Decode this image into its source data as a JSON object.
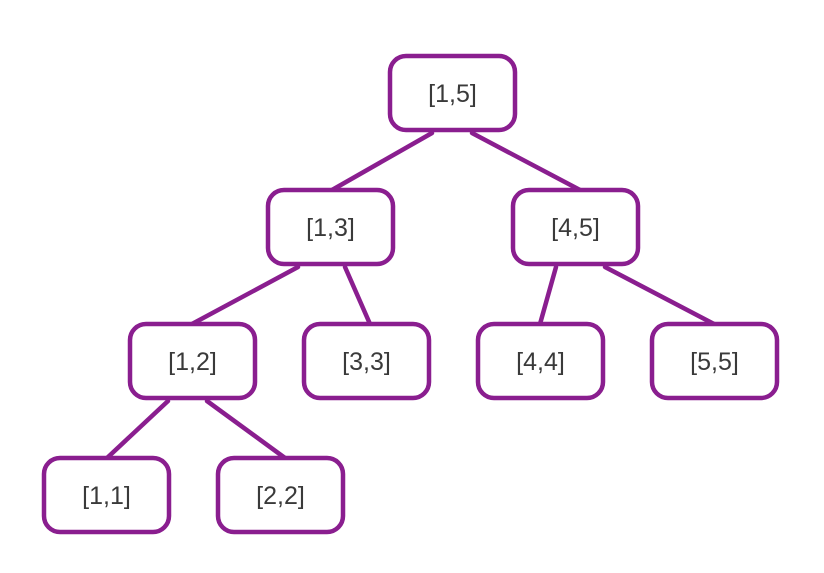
{
  "theme": {
    "accent": "#8a1e8f",
    "text": "#3a3a3a",
    "background": "#ffffff"
  },
  "tree": {
    "nodes": [
      {
        "id": "n15",
        "label": "[1,5]"
      },
      {
        "id": "n13",
        "label": "[1,3]"
      },
      {
        "id": "n45",
        "label": "[4,5]"
      },
      {
        "id": "n12",
        "label": "[1,2]"
      },
      {
        "id": "n33",
        "label": "[3,3]"
      },
      {
        "id": "n44",
        "label": "[4,4]"
      },
      {
        "id": "n55",
        "label": "[5,5]"
      },
      {
        "id": "n11",
        "label": "[1,1]"
      },
      {
        "id": "n22",
        "label": "[2,2]"
      }
    ],
    "edges": [
      {
        "from": "n15",
        "to": "n13"
      },
      {
        "from": "n15",
        "to": "n45"
      },
      {
        "from": "n13",
        "to": "n12"
      },
      {
        "from": "n13",
        "to": "n33"
      },
      {
        "from": "n45",
        "to": "n44"
      },
      {
        "from": "n45",
        "to": "n55"
      },
      {
        "from": "n12",
        "to": "n11"
      },
      {
        "from": "n12",
        "to": "n22"
      }
    ]
  }
}
